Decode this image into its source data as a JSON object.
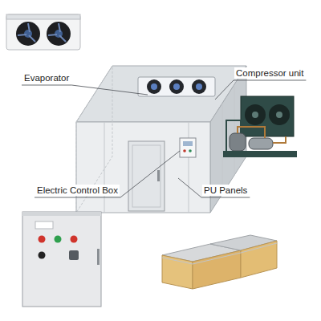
{
  "diagram": {
    "labels": [
      "Evaporator",
      "Compressor unit",
      "Electric Control Box",
      "PU Panels"
    ]
  }
}
